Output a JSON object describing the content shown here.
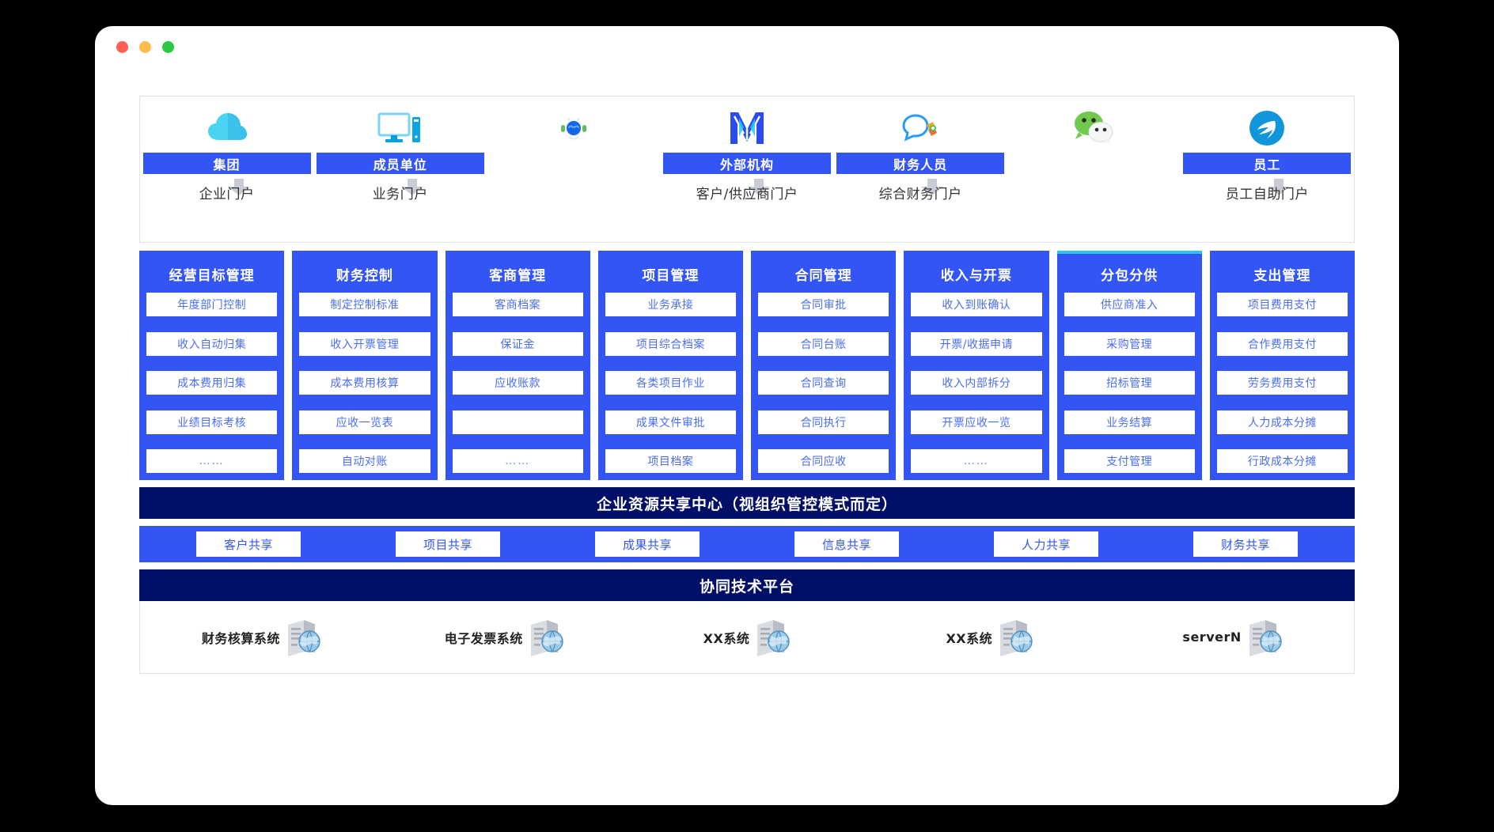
{
  "window": {
    "traffic_lights": [
      {
        "name": "close",
        "color": "#ff6054"
      },
      {
        "name": "minimize",
        "color": "#ffbd4c"
      },
      {
        "name": "maximize",
        "color": "#2ac93f"
      }
    ]
  },
  "colors": {
    "primary_blue": "#3355f5",
    "navy": "#020f66",
    "accent_cyan": "#2fc3f5",
    "item_text": "#4a6cf7"
  },
  "portals": [
    {
      "icon": "cloud-icon",
      "tag": "集团",
      "portal": "企业门户"
    },
    {
      "icon": "desktop-computer-icon",
      "tag": "成员单位",
      "portal": "业务门户"
    },
    {
      "icon": "robot-assistant-icon",
      "tag": "",
      "portal": ""
    },
    {
      "icon": "m-logo-icon",
      "tag": "外部机构",
      "portal": "客户/供应商门户"
    },
    {
      "icon": "qq-chat-icon",
      "tag": "财务人员",
      "portal": "综合财务门户"
    },
    {
      "icon": "wechat-icon",
      "tag": "",
      "portal": ""
    },
    {
      "icon": "dingtalk-icon",
      "tag": "员工",
      "portal": "员工自助门户"
    }
  ],
  "portal_tags": [
    {
      "label": "集团",
      "portal": "企业门户"
    },
    {
      "label": "成员单位",
      "portal": "业务门户"
    },
    {
      "label": "外部机构",
      "portal": "客户/供应商门户"
    },
    {
      "label": "财务人员",
      "portal": "综合财务门户"
    },
    {
      "label": "员工",
      "portal": "员工自助门户"
    }
  ],
  "modules": [
    {
      "title": "经营目标管理",
      "accent": false,
      "items": [
        "年度部门控制",
        "收入自动归集",
        "成本费用归集",
        "业绩目标考核",
        "……"
      ]
    },
    {
      "title": "财务控制",
      "accent": false,
      "items": [
        "制定控制标准",
        "收入开票管理",
        "成本费用核算",
        "应收一览表",
        "自动对账"
      ]
    },
    {
      "title": "客商管理",
      "accent": false,
      "items": [
        "客商档案",
        "保证金",
        "应收账款",
        "",
        "……"
      ]
    },
    {
      "title": "项目管理",
      "accent": false,
      "items": [
        "业务承接",
        "项目综合档案",
        "各类项目作业",
        "成果文件审批",
        "项目档案"
      ]
    },
    {
      "title": "合同管理",
      "accent": false,
      "items": [
        "合同审批",
        "合同台账",
        "合同查询",
        "合同执行",
        "合同应收"
      ]
    },
    {
      "title": "收入与开票",
      "accent": false,
      "items": [
        "收入到账确认",
        "开票/收据申请",
        "收入内部拆分",
        "开票应收一览",
        "……"
      ]
    },
    {
      "title": "分包分供",
      "accent": true,
      "items": [
        "供应商准入",
        "采购管理",
        "招标管理",
        "业务结算",
        "支付管理"
      ]
    },
    {
      "title": "支出管理",
      "accent": false,
      "items": [
        "项目费用支付",
        "合作费用支付",
        "劳务费用支付",
        "人力成本分摊",
        "行政成本分摊"
      ]
    }
  ],
  "bands": {
    "resource_center": "企业资源共享中心（视组织管控模式而定）",
    "tech_platform": "协同技术平台"
  },
  "sharing": [
    "客户共享",
    "项目共享",
    "成果共享",
    "信息共享",
    "人力共享",
    "财务共享"
  ],
  "systems": [
    {
      "label": "财务核算系统",
      "icon": "server-globe-icon"
    },
    {
      "label": "电子发票系统",
      "icon": "server-globe-icon"
    },
    {
      "label": "XX系统",
      "icon": "server-globe-icon"
    },
    {
      "label": "XX系统",
      "icon": "server-globe-icon"
    },
    {
      "label": "serverN",
      "icon": "server-globe-icon"
    }
  ]
}
